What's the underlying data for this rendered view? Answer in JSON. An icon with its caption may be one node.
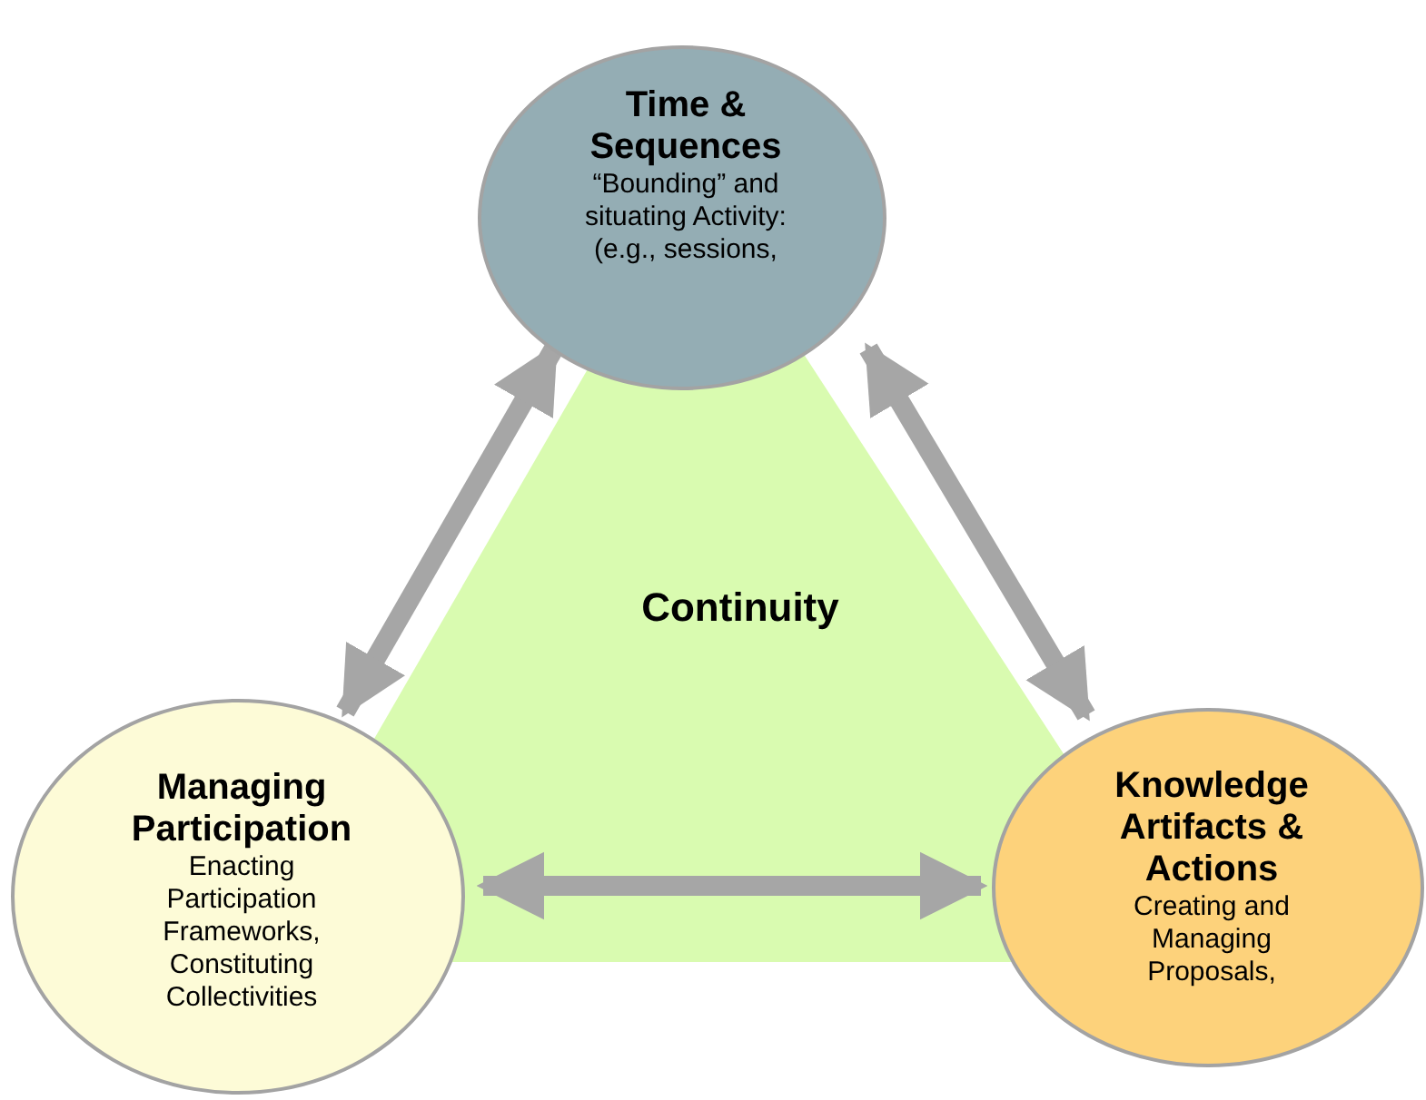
{
  "diagram": {
    "nodes": [
      {
        "text": [
          "Time & Sequences",
          "“Bounding” and situating Activity: (e.g., sessions,"
        ]
      },
      {
        "text": [
          "Managing Participation",
          "Enacting Participation Frameworks, Constituting Collectivities"
        ]
      },
      {
        "text": [
          "Knowledge Artifacts & Actions",
          "Creating and Managing Proposals,"
        ]
      }
    ],
    "edges": [
      {
        "from": 0,
        "to": 1,
        "arrow": "both"
      },
      {
        "from": 0,
        "to": 2,
        "arrow": "both"
      },
      {
        "from": 1,
        "to": 2,
        "arrow": "both"
      }
    ],
    "labels": [
      "Continuity"
    ]
  }
}
